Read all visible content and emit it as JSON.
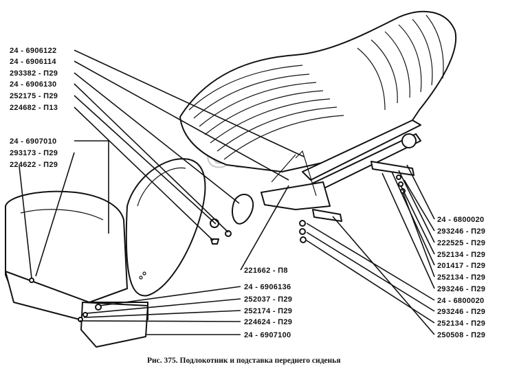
{
  "caption": "Рис. 375. Подлокотник и подставка переднего сиденья",
  "watermark": "OPEX",
  "labels_left": [
    "24 - 6906122",
    "24 - 6906114",
    "293382 - П29",
    "24 - 6906130",
    "252175 - П29",
    "224682 - П13"
  ],
  "labels_left_mid": [
    "24 - 6907010",
    "293173 - П29",
    "224622 - П29"
  ],
  "labels_center": [
    "221662 - П8",
    "24 - 6906136",
    "252037 - П29",
    "252174 - П29",
    "224624 - П29",
    "24 - 6907100"
  ],
  "labels_right": [
    "24 - 6800020",
    "293246 - П29",
    "222525 - П29",
    "252134 - П29",
    "201417 - П29",
    "252134 - П29",
    "293246 - П29",
    "24 - 6800020",
    "293246 - П29",
    "252134 - П29",
    "250508 - П29"
  ]
}
